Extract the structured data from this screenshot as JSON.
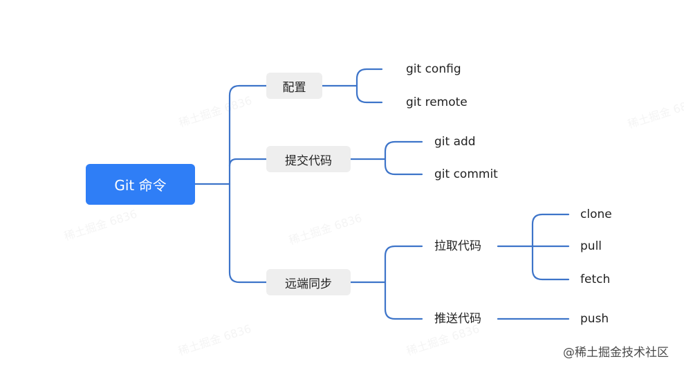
{
  "root": {
    "label": "Git 命令"
  },
  "branches": {
    "config": {
      "label": "配置",
      "children": [
        "git config",
        "git remote"
      ]
    },
    "commit": {
      "label": "提交代码",
      "children": [
        "git add",
        "git commit"
      ]
    },
    "sync": {
      "label": "远端同步",
      "pull": {
        "label": "拉取代码",
        "children": [
          "clone",
          "pull",
          "fetch"
        ]
      },
      "push": {
        "label": "推送代码",
        "children": [
          "push"
        ]
      }
    }
  },
  "watermark": {
    "faint_text": "稀土掘金 6836",
    "footer": "@稀土掘金技术社区"
  },
  "colors": {
    "root_bg": "#2f7ef6",
    "node_bg": "#eeeeee",
    "connector": "#3d74c9"
  }
}
